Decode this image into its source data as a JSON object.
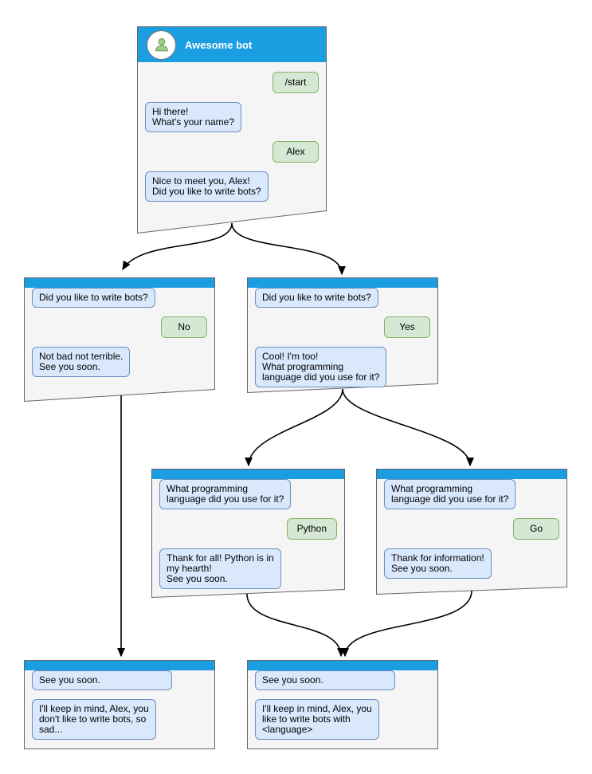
{
  "colors": {
    "header_blue": "#1b9de2",
    "card_bg": "#f5f5f5",
    "card_border": "#666666",
    "bot_bg": "#dae8fc",
    "bot_border": "#6c8ebf",
    "user_bg": "#d5e8d4",
    "user_border": "#82b366",
    "edge_color": "#000000"
  },
  "nodes": {
    "root": {
      "title": "Awesome bot",
      "messages": [
        {
          "sender": "user",
          "text": "/start"
        },
        {
          "sender": "bot",
          "text": "Hi there!\nWhat's your name?"
        },
        {
          "sender": "user",
          "text": "Alex"
        },
        {
          "sender": "bot",
          "text": "Nice to meet you, Alex!\nDid you like to write bots?"
        }
      ]
    },
    "branch_no": {
      "messages": [
        {
          "sender": "bot",
          "text": "Did you like to write bots?"
        },
        {
          "sender": "user",
          "text": "No"
        },
        {
          "sender": "bot",
          "text": "Not bad not terrible.\nSee you soon."
        }
      ]
    },
    "branch_yes": {
      "messages": [
        {
          "sender": "bot",
          "text": "Did you like to write bots?"
        },
        {
          "sender": "user",
          "text": "Yes"
        },
        {
          "sender": "bot",
          "text": "Cool! I'm too!\nWhat programming\nlanguage did you use for it?"
        }
      ]
    },
    "branch_python": {
      "messages": [
        {
          "sender": "bot",
          "text": "What programming\nlanguage did you use for it?"
        },
        {
          "sender": "user",
          "text": "Python"
        },
        {
          "sender": "bot",
          "text": "Thank for all! Python is in\nmy hearth!\nSee you soon."
        }
      ]
    },
    "branch_go": {
      "messages": [
        {
          "sender": "bot",
          "text": "What programming\nlanguage did you use for it?"
        },
        {
          "sender": "user",
          "text": "Go"
        },
        {
          "sender": "bot",
          "text": "Thank for information!\nSee you soon."
        }
      ]
    },
    "end_no": {
      "messages": [
        {
          "sender": "bot",
          "text": "See you soon."
        },
        {
          "sender": "bot",
          "text": "I'll keep in mind, Alex, you\ndon't like to write bots, so\nsad..."
        }
      ]
    },
    "end_language": {
      "messages": [
        {
          "sender": "bot",
          "text": "See you soon."
        },
        {
          "sender": "bot",
          "text": "I'll keep in mind, Alex, you\nlike to write bots with\n<language>"
        }
      ]
    }
  },
  "edges": [
    {
      "from": "root",
      "to": "branch_no"
    },
    {
      "from": "root",
      "to": "branch_yes"
    },
    {
      "from": "branch_yes",
      "to": "branch_python"
    },
    {
      "from": "branch_yes",
      "to": "branch_go"
    },
    {
      "from": "branch_no",
      "to": "end_no"
    },
    {
      "from": "branch_python",
      "to": "end_language"
    },
    {
      "from": "branch_go",
      "to": "end_language"
    }
  ]
}
